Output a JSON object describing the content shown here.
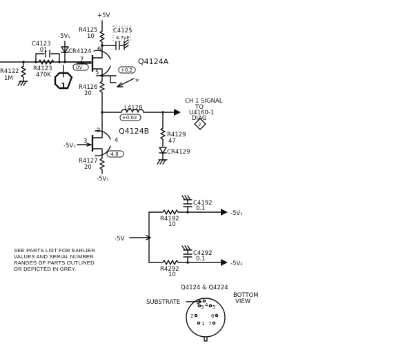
{
  "supply": {
    "plus5v": "+5V"
  },
  "components": {
    "r4125": {
      "ref": "R4125",
      "value": "10"
    },
    "c4125": {
      "ref": "C4125",
      "value": "4.7µF"
    },
    "c4123": {
      "ref": "C4123",
      "value": ".01"
    },
    "r4123": {
      "ref": "R4123",
      "value": "470K"
    },
    "r4122": {
      "ref": "R4122",
      "value": "1M"
    },
    "cr4124": {
      "ref": "CR4124",
      "supply": "-5V₁"
    },
    "r4126": {
      "ref": "R4126",
      "value": "20"
    },
    "r4127": {
      "ref": "R4127",
      "value": "20"
    },
    "l4128": {
      "ref": "L4128"
    },
    "r4129": {
      "ref": "R4129",
      "value": "47"
    },
    "cr4129": {
      "ref": "CR4129"
    },
    "q4124a": {
      "ref": "Q4124A"
    },
    "q4124b": {
      "ref": "Q4124B",
      "supply": "-5V₁"
    },
    "r4127_supply": "-5V₁"
  },
  "pins": {
    "p6": "6",
    "p7": "7",
    "p5": "5",
    "p2": "2",
    "p3": "3",
    "p4": "4"
  },
  "voltages": {
    "gate": "0V",
    "source_a": "+0.2",
    "output": "+0.02",
    "source_b": "-4.8"
  },
  "markers": {
    "step_number": "1",
    "asterisk": "*",
    "diag_number": "2"
  },
  "output": {
    "line1": "CH 1 SIGNAL",
    "line2": "TO",
    "line3": "U4160-1",
    "line4": "DIAG"
  },
  "filter": {
    "input": "-5V",
    "r4192": {
      "ref": "R4192",
      "value": "10"
    },
    "c4192": {
      "ref": "C4192",
      "value": "0.1"
    },
    "out1": "-5V₁",
    "r4292": {
      "ref": "R4292",
      "value": "10"
    },
    "c4292": {
      "ref": "C4292",
      "value": "0.1"
    },
    "out2": "-5V₂"
  },
  "note": {
    "line1": "SEE PARTS LIST FOR EARLIER",
    "line2": "VALUES AND SERIAL NUMBER",
    "line3": "RANGES OF PARTS OUTLINED",
    "line4": "OR DEPICTED IN GREY."
  },
  "pinout": {
    "title": "Q4124 & Q4224",
    "view1": "BOTTOM",
    "view2": "VIEW",
    "substrate": "SUBSTRATE",
    "pin_labels": [
      "3",
      "4",
      "5",
      "2",
      "6",
      "1",
      "7"
    ]
  }
}
